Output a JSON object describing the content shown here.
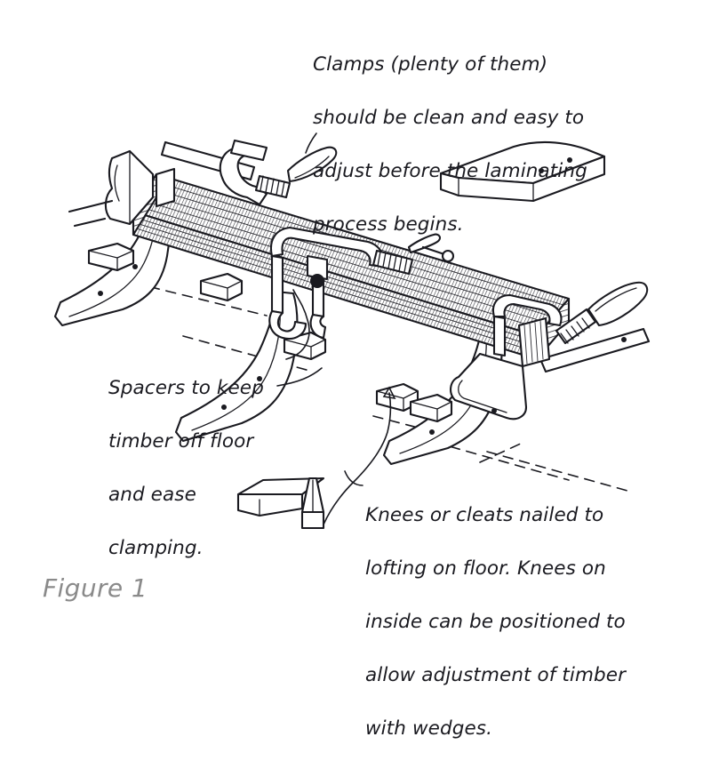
{
  "figure": {
    "label": "Figure 1",
    "background_color": "#ffffff",
    "ink_color": "#1a1a20",
    "label_color": "#8a8a8a"
  },
  "captions": {
    "clamps": {
      "lines": [
        "Clamps (plenty of them)",
        "should be clean and easy to",
        "adjust before the laminating",
        "process begins."
      ]
    },
    "spacers": {
      "lines": [
        "Spacers to keep",
        "timber off floor",
        "and ease",
        "clamping."
      ]
    },
    "knees": {
      "lines": [
        "Knees or cleats nailed to",
        "lofting on floor. Knees on",
        "inside can be positioned to",
        "allow adjustment of timber",
        "with wedges."
      ]
    }
  },
  "drawing": {
    "title": "laminating-jig-line-drawing",
    "parts": [
      {
        "name": "laminated-timber-beam",
        "description": "long stack of thin laminations running diagonally across the figure"
      },
      {
        "name": "g-clamp-front",
        "description": "G-clamp with threaded screw and tommy bar on near lamination"
      },
      {
        "name": "g-clamp-rear",
        "description": "G-clamp gripping beam at mid span"
      },
      {
        "name": "sash-cramp-left",
        "description": "sash cramp with wooden handle at near end of beam"
      },
      {
        "name": "sash-cramp-right",
        "description": "sash cramp with wooden handle at far end of beam"
      },
      {
        "name": "knee-bracket-left",
        "description": "curved knee nailed to floor supporting the beam"
      },
      {
        "name": "knee-bracket-right",
        "description": "second curved knee nailed to floor"
      },
      {
        "name": "loose-knee-block",
        "description": "detached knee / cleat shown in isometric with two nail holes"
      },
      {
        "name": "spacer-block",
        "description": "small square spacer blocks keeping timber off the floor"
      },
      {
        "name": "wedge-isometric",
        "description": "tapered wedge drawn in isometric view"
      },
      {
        "name": "wedge-plan",
        "description": "tapered wedge drawn in plan view"
      },
      {
        "name": "lofting-line",
        "description": "dashed chalk lofting lines marked on the floor"
      }
    ]
  }
}
